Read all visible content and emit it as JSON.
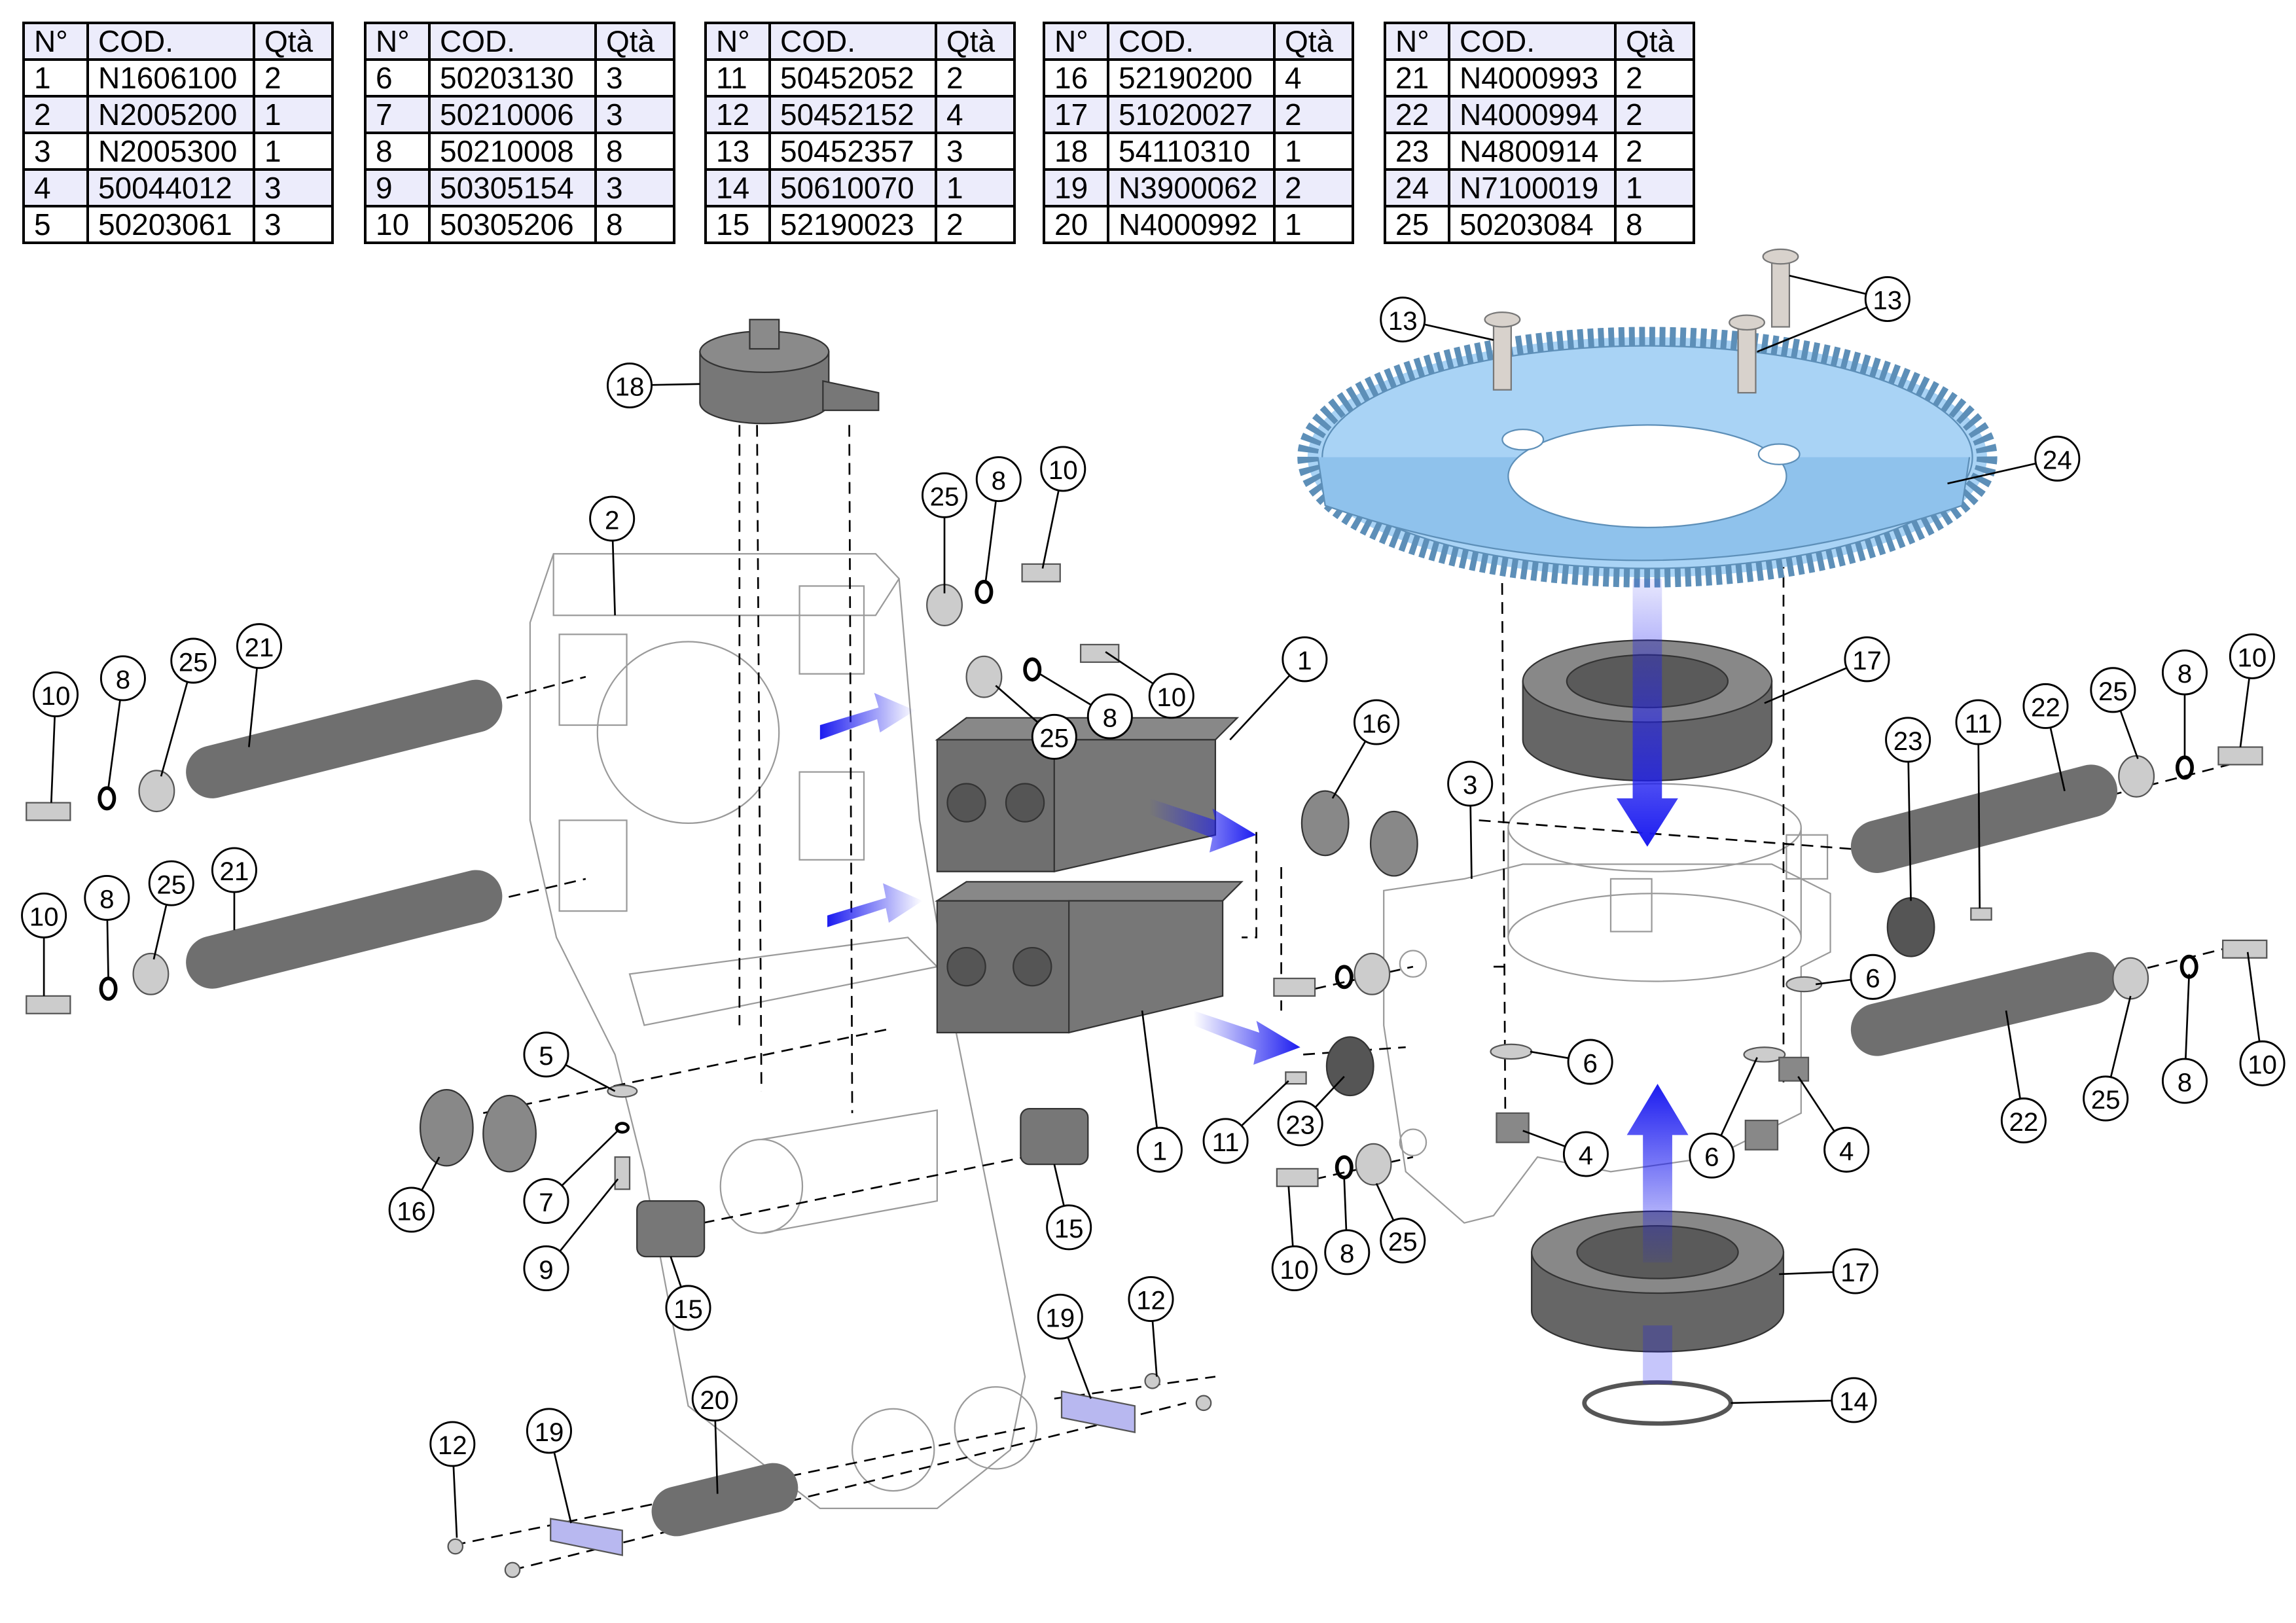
{
  "table_headers": {
    "no": "N°",
    "code": "COD.",
    "qty": "Qtà"
  },
  "parts_tables": [
    [
      [
        "1",
        "N1606100",
        "2"
      ],
      [
        "2",
        "N2005200",
        "1"
      ],
      [
        "3",
        "N2005300",
        "1"
      ],
      [
        "4",
        "50044012",
        "3"
      ],
      [
        "5",
        "50203061",
        "3"
      ]
    ],
    [
      [
        "6",
        "50203130",
        "3"
      ],
      [
        "7",
        "50210006",
        "3"
      ],
      [
        "8",
        "50210008",
        "8"
      ],
      [
        "9",
        "50305154",
        "3"
      ],
      [
        "10",
        "50305206",
        "8"
      ]
    ],
    [
      [
        "11",
        "50452052",
        "2"
      ],
      [
        "12",
        "50452152",
        "4"
      ],
      [
        "13",
        "50452357",
        "3"
      ],
      [
        "14",
        "50610070",
        "1"
      ],
      [
        "15",
        "52190023",
        "2"
      ]
    ],
    [
      [
        "16",
        "52190200",
        "4"
      ],
      [
        "17",
        "51020027",
        "2"
      ],
      [
        "18",
        "54110310",
        "1"
      ],
      [
        "19",
        "N3900062",
        "2"
      ],
      [
        "20",
        "N4000992",
        "1"
      ]
    ],
    [
      [
        "21",
        "N4000993",
        "2"
      ],
      [
        "22",
        "N4000994",
        "2"
      ],
      [
        "23",
        "N4800914",
        "2"
      ],
      [
        "24",
        "N7100019",
        "1"
      ],
      [
        "25",
        "50203084",
        "8"
      ]
    ]
  ],
  "callouts": [
    "18",
    "2",
    "25",
    "8",
    "10",
    "10",
    "8",
    "25",
    "21",
    "10",
    "8",
    "25",
    "21",
    "25",
    "8",
    "10",
    "1",
    "16",
    "5",
    "7",
    "9",
    "16",
    "15",
    "15",
    "1",
    "11",
    "23",
    "12",
    "19",
    "20",
    "19",
    "12",
    "13",
    "13",
    "24",
    "17",
    "3",
    "23",
    "11",
    "22",
    "25",
    "8",
    "10",
    "6",
    "6",
    "4",
    "6",
    "4",
    "10",
    "8",
    "25",
    "22",
    "10",
    "8",
    "25",
    "17",
    "14"
  ],
  "colors": {
    "gear": "#a9d3f5",
    "part_dark": "#6e6e6e",
    "arrow": "#1c1cf0",
    "table_shade": "#ececfb"
  }
}
